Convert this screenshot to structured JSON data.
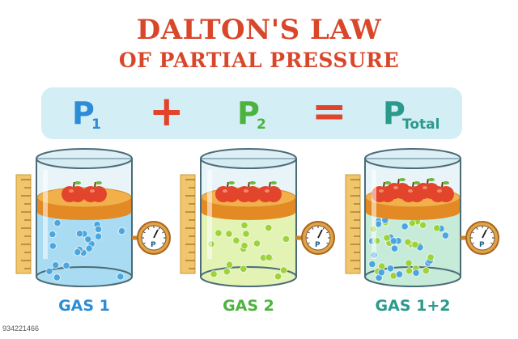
{
  "title": {
    "line1": "DALTON'S LAW",
    "line2": "OF PARTIAL PRESSURE"
  },
  "equation": {
    "term1": {
      "symbol": "P",
      "subscript": "1"
    },
    "plus": "+",
    "term2": {
      "symbol": "P",
      "subscript": "2"
    },
    "equals": "=",
    "term3": {
      "symbol": "P",
      "subscript": "Total"
    }
  },
  "containers": [
    {
      "label": "GAS 1",
      "apples": 2,
      "piston_level": 0.0
    },
    {
      "label": "GAS 2",
      "apples": 3,
      "piston_level": 0.0
    },
    {
      "label": "GAS 1+2",
      "apples": 5,
      "piston_level": 0.0
    }
  ],
  "gauge": {
    "letter": "P"
  },
  "watermark": "934221466",
  "colors": {
    "title": "#d9472b",
    "p1": "#2d8cd6",
    "p2": "#4db33f",
    "ptotal": "#2a9a8c",
    "operators": "#e2432b",
    "gas1_label": "#2d8cd6",
    "gas2_label": "#4db33f",
    "gas12_label": "#2a9a8c",
    "gas1_fill": "#a9dcf3",
    "gas2_fill": "#e3f3b4",
    "gas12_fill": "#c6ecd9",
    "particle_blue": "#4aa6de",
    "particle_green": "#9cd23a",
    "piston_top": "#f2b04a",
    "piston_side": "#e38a24",
    "apple": "#e2452b",
    "ruler": "#f1c56b"
  }
}
